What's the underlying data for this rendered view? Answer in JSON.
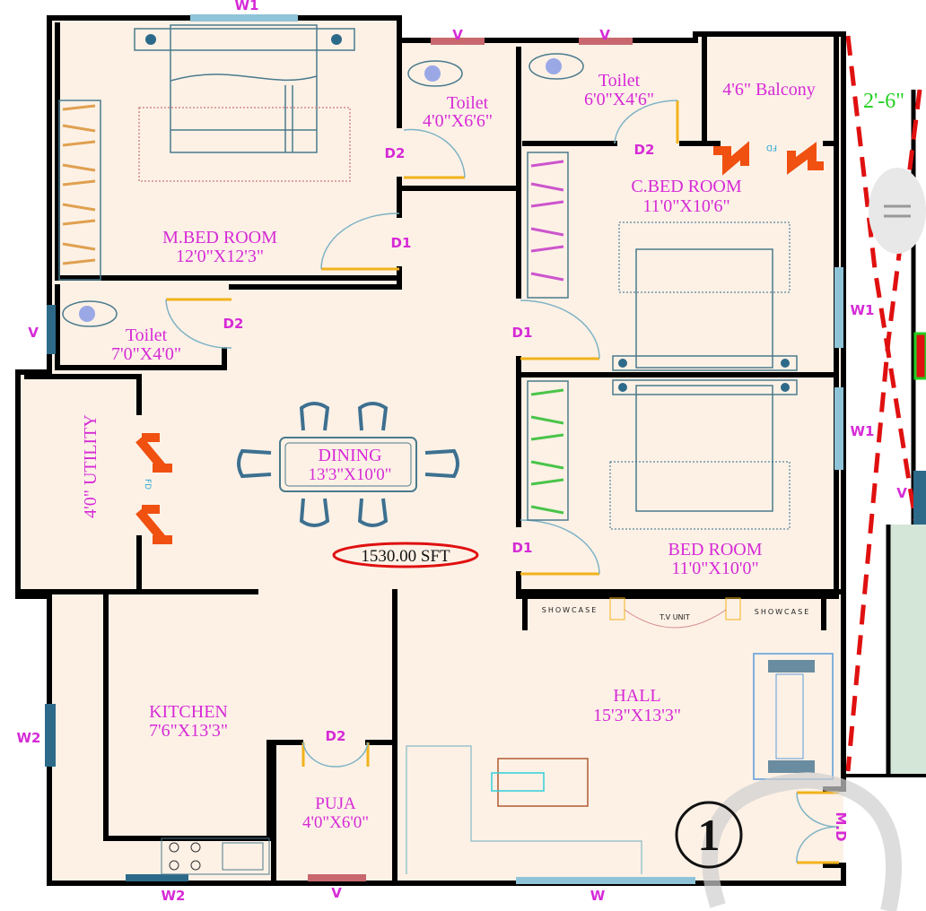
{
  "rooms": {
    "master_bedroom": {
      "name": "M.BED ROOM",
      "size": "12'0\"X12'3\""
    },
    "toilet_1": {
      "name": "Toilet",
      "size": "4'0\"X6'6\""
    },
    "toilet_2": {
      "name": "Toilet",
      "size": "6'0\"X4'6\""
    },
    "balcony": {
      "name": "4'6\" Balcony"
    },
    "child_bedroom": {
      "name": "C.BED ROOM",
      "size": "11'0\"X10'6\""
    },
    "toilet_3": {
      "name": "Toilet",
      "size": "7'0\"X4'0\""
    },
    "utility": {
      "name": "4'0\" UTILITY"
    },
    "dining": {
      "name": "DINING",
      "size": "13'3\"X10'0\""
    },
    "bedroom": {
      "name": "BED ROOM",
      "size": "11'0\"X10'0\""
    },
    "kitchen": {
      "name": "KITCHEN",
      "size": "7'6\"X13'3\""
    },
    "puja": {
      "name": "PUJA",
      "size": "4'0\"X6'0\""
    },
    "hall": {
      "name": "HALL",
      "size": "15'3\"X13'3\""
    }
  },
  "tags": {
    "w1_top": "W1",
    "v_toilet1": "V",
    "v_toilet2": "V",
    "d2_toilet1": "D2",
    "d1_mbr": "D1",
    "d2_toilet2": "D2",
    "d2_toilet3": "D2",
    "v_toilet3": "V",
    "d1_cbr": "D1",
    "w1_cbr": "W1",
    "w1_br": "W1",
    "d1_br": "D1",
    "w2_kitchen": "W2",
    "d2_puja": "D2",
    "w2_bottom": "W2",
    "v_puja": "V",
    "w_hall": "W",
    "main_door": "M.D",
    "fd_utility": "FD",
    "fd_balcony": "FD",
    "v_right": "V"
  },
  "fixtures": {
    "showcase_left": "SHOWCASE",
    "showcase_right": "SHOWCASE",
    "tv_unit": "T.V UNIT"
  },
  "area": "1530.00 SFT",
  "plan_number": "1",
  "setback": "2'-6\"",
  "colors": {
    "label": "#d62ad6",
    "floor": "#fdf1e6",
    "wall": "#000000",
    "door": "#f2b21b",
    "setback_line": "#e01010",
    "dimension": "#22d022"
  }
}
